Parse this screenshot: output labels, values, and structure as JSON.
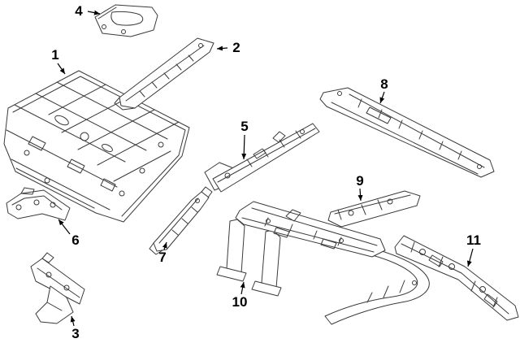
{
  "diagram": {
    "background_color": "#ffffff",
    "line_color": "#3a3a3a",
    "label_color": "#000000",
    "callouts": [
      "1",
      "2",
      "3",
      "4",
      "5",
      "6",
      "7",
      "8",
      "9",
      "10",
      "11"
    ]
  }
}
